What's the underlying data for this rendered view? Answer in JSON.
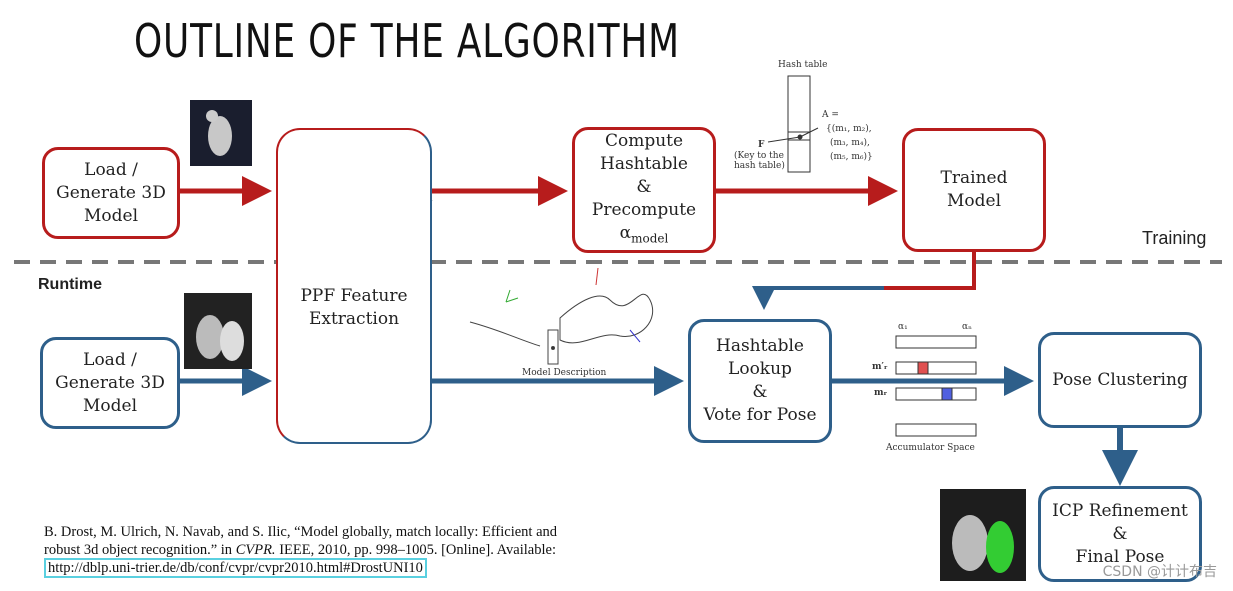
{
  "title": "OUTLINE OF THE ALGORITHM",
  "labels": {
    "training": "Training",
    "runtime": "Runtime"
  },
  "training_row": {
    "load_model": [
      "Load /",
      "Generate 3D",
      "Model"
    ],
    "compute": [
      "Compute",
      "Hashtable",
      "&",
      "Precompute"
    ],
    "compute_alpha": "α",
    "compute_alpha_sub": "model",
    "trained": [
      "Trained",
      "Model"
    ]
  },
  "ppf": [
    "PPF Feature",
    "Extraction"
  ],
  "runtime_row": {
    "load_model": [
      "Load /",
      "Generate 3D",
      "Model"
    ],
    "hashtable_lookup": [
      "Hashtable",
      "Lookup",
      "&",
      "Vote for Pose"
    ],
    "pose_clustering": "Pose Clustering",
    "icp": [
      "ICP Refinement",
      "&",
      "Final Pose"
    ]
  },
  "figures": {
    "hash_table_title": "Hash table",
    "hash_key": "F",
    "hash_key_note": [
      "(Key to the",
      "hash table)"
    ],
    "hash_A": [
      "A =",
      "{(m₁, m₂),",
      "(m₃, m₄),",
      "(m₅, m₆)}"
    ],
    "model_description": "Model Description",
    "accumulator_space": "Accumulator Space",
    "acc_alpha1": "α₁",
    "acc_alphan": "αₙ",
    "acc_mr_prime": "m′ᵣ",
    "acc_mr": "mᵣ"
  },
  "reference": {
    "line1": "B. Drost, M. Ulrich, N. Navab, and S. Ilic, “Model globally, match locally: Efficient and",
    "line2a": "robust 3d object recognition.” in ",
    "line2b": "CVPR.",
    "line2c": "   IEEE, 2010, pp. 998–1005. [Online]. Available:",
    "link": "http://dblp.uni-trier.de/db/conf/cvpr/cvpr2010.html#DrostUNI10"
  },
  "watermark": "CSDN @计计布吉",
  "colors": {
    "red": "#b71c1c",
    "blue": "#2e5f8a",
    "dashed": "#777777"
  }
}
